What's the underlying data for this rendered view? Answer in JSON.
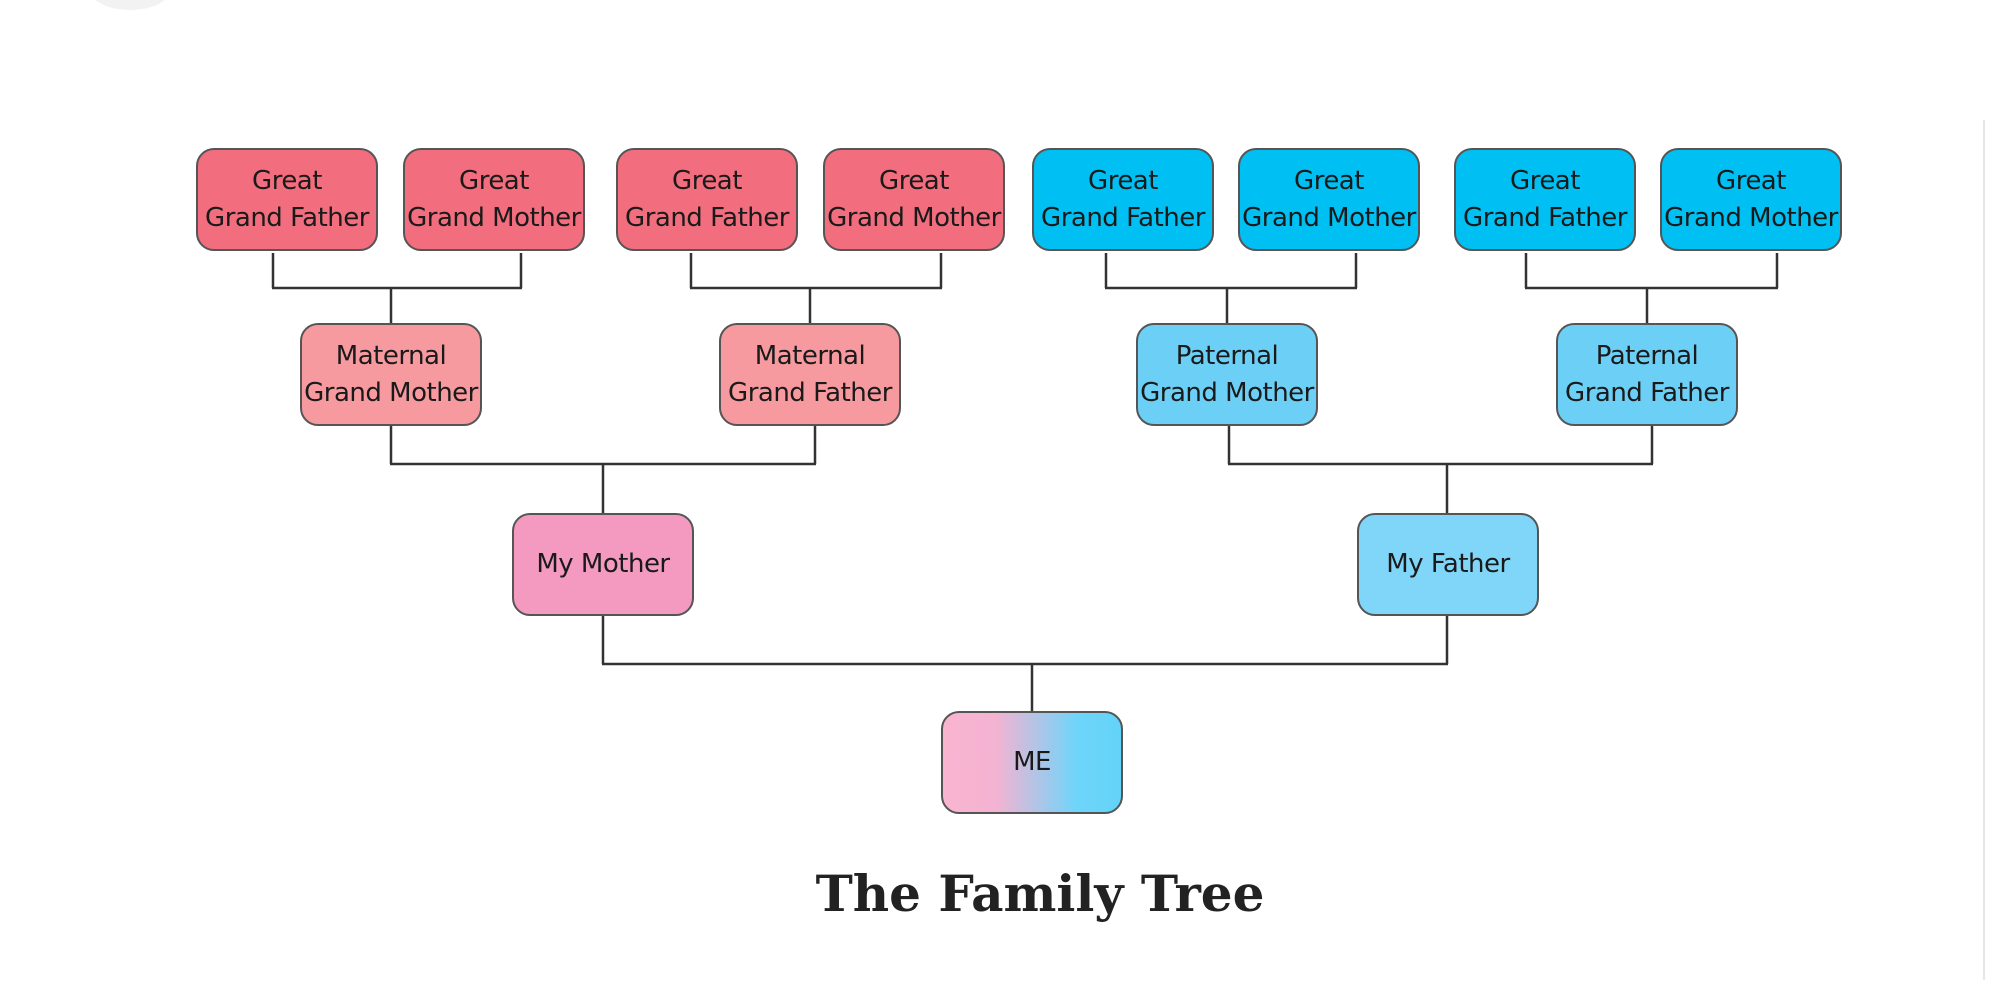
{
  "title": "The Family Tree",
  "colors": {
    "great_grand_maternal": "#f26d7d",
    "great_grand_paternal": "#00bff2",
    "grand_maternal": "#f79a9f",
    "grand_paternal": "#6ccff6",
    "mother": "#f49ac1",
    "father": "#7fd6f9",
    "connector": "#333333"
  },
  "great_grandparents": [
    {
      "line1": "Great",
      "line2": "Grand Father"
    },
    {
      "line1": "Great",
      "line2": "Grand Mother"
    },
    {
      "line1": "Great",
      "line2": "Grand Father"
    },
    {
      "line1": "Great",
      "line2": "Grand Mother"
    },
    {
      "line1": "Great",
      "line2": "Grand Father"
    },
    {
      "line1": "Great",
      "line2": "Grand Mother"
    },
    {
      "line1": "Great",
      "line2": "Grand Father"
    },
    {
      "line1": "Great",
      "line2": "Grand Mother"
    }
  ],
  "grandparents": [
    {
      "line1": "Maternal",
      "line2": "Grand Mother"
    },
    {
      "line1": "Maternal",
      "line2": "Grand Father"
    },
    {
      "line1": "Paternal",
      "line2": "Grand Mother"
    },
    {
      "line1": "Paternal",
      "line2": "Grand Father"
    }
  ],
  "parents": {
    "mother": "My Mother",
    "father": "My Father"
  },
  "me": "ME"
}
